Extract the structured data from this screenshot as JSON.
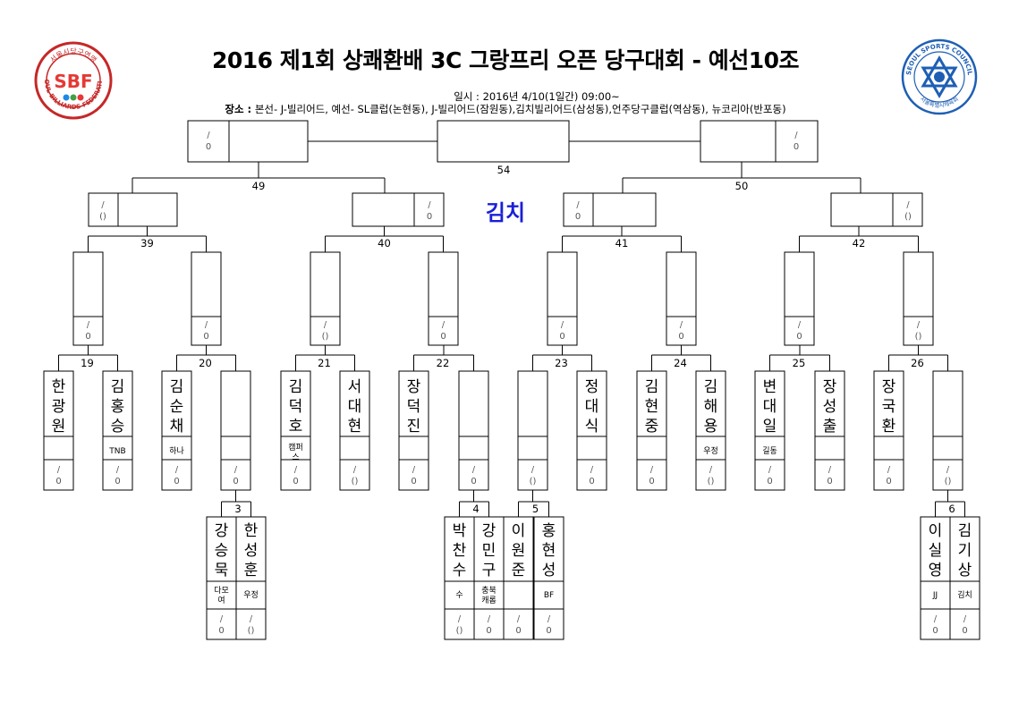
{
  "header": {
    "title": "2016 제1회 상쾌환배 3C 그랑프리 오픈 당구대회 - 예선10조",
    "date_line": "일시 : 2016년 4/10(1일간) 09:00~",
    "venue_label": "장소 :",
    "venue_text": "본선- J-빌리어드, 예선- SL클럽(논현동), J-빌리어드(잠원동),김치빌리어드(삼성동),언주당구클럽(역삼동), 뉴코리아(반포동)"
  },
  "logos": {
    "left": {
      "center_text": "SBF",
      "ring_text": "SEOUL-BILLIARDS-FEDERATION",
      "top_text": "서울시당구연맹",
      "colors": [
        "#e53935",
        "#1e88e5",
        "#43a047"
      ]
    },
    "right": {
      "ring_text": "SEOUL SPORTS COUNCIL",
      "bottom_text": "서울특별시체육회",
      "color": "#1e5fb4"
    }
  },
  "group_name": "김치",
  "match_numbers": {
    "m3": "3",
    "m4": "4",
    "m5": "5",
    "m6": "6",
    "m19": "19",
    "m20": "20",
    "m21": "21",
    "m22": "22",
    "m23": "23",
    "m24": "24",
    "m25": "25",
    "m26": "26",
    "m39": "39",
    "m40": "40",
    "m41": "41",
    "m42": "42",
    "m49": "49",
    "m50": "50",
    "m54": "54"
  },
  "players": [
    {
      "name": "한광원",
      "club": "",
      "score": "/\n0"
    },
    {
      "name": "김홍승",
      "club": "TNB",
      "score": "/\n0"
    },
    {
      "name": "김순채",
      "club": "하나",
      "score": "/\n0"
    },
    {
      "name": "",
      "club": "",
      "score": "/\n0"
    },
    {
      "name": "김덕호",
      "club": "캠퍼스",
      "score": "/\n0"
    },
    {
      "name": "서대현",
      "club": "",
      "score": "/\n()"
    },
    {
      "name": "장덕진",
      "club": "",
      "score": "/\n0"
    },
    {
      "name": "",
      "club": "",
      "score": "/\n0"
    },
    {
      "name": "",
      "club": "",
      "score": "/\n()"
    },
    {
      "name": "정대식",
      "club": "",
      "score": "/\n0"
    },
    {
      "name": "김현중",
      "club": "",
      "score": "/\n0"
    },
    {
      "name": "김해용",
      "club": "우정",
      "score": "/\n()"
    },
    {
      "name": "변대일",
      "club": "길동",
      "score": "/\n0"
    },
    {
      "name": "장성출",
      "club": "",
      "score": "/\n0"
    },
    {
      "name": "장국환",
      "club": "",
      "score": "/\n0"
    },
    {
      "name": "",
      "club": "",
      "score": "/\n()"
    }
  ],
  "qualifiers": [
    {
      "name": "강승묵",
      "club": "다모여",
      "score": "/\n0"
    },
    {
      "name": "한성훈",
      "club": "우정",
      "score": "/\n()"
    },
    {
      "name": "박찬수",
      "club": "수",
      "score": "/\n()"
    },
    {
      "name": "강민구",
      "club": "충북캐롬",
      "score": "/\n0"
    },
    {
      "name": "이원준",
      "club": "",
      "score": "/\n0"
    },
    {
      "name": "홍현성",
      "club": "BF",
      "score": "/\n0"
    },
    {
      "name": "이실영",
      "club": "JJ",
      "score": "/\n0"
    },
    {
      "name": "김기상",
      "club": "김치",
      "score": "/\n0"
    }
  ],
  "r16_scores": [
    "/\n0",
    "/\n0",
    "/\n()",
    "/\n0",
    "/\n0",
    "/\n0",
    "/\n0",
    "/\n()"
  ],
  "qf_scores": [
    "/\n()",
    "/\n0",
    "/\n0",
    "/\n()"
  ],
  "sf_scores": [
    "/\n0",
    "/\n0"
  ]
}
